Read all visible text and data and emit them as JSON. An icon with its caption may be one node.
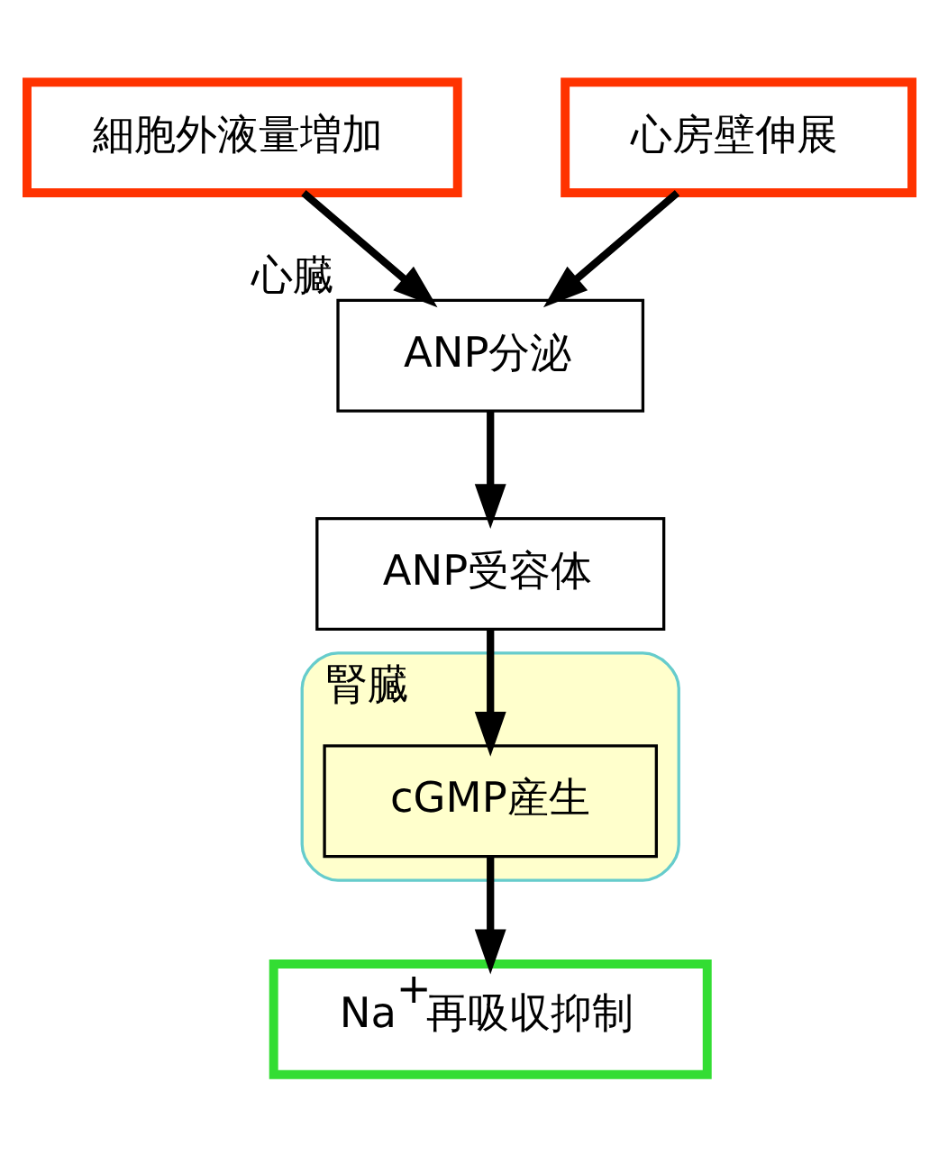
{
  "diagram": {
    "nodes": [
      {
        "text": [
          "細胞外液量増加"
        ]
      },
      {
        "text": [
          "心房壁伸展"
        ]
      },
      {
        "text": [
          "ANP分泌"
        ],
        "beside": [
          "心臓"
        ]
      },
      {
        "text": [
          "腎臓"
        ]
      },
      {
        "text": [
          "ANP受容体"
        ]
      },
      {
        "text": [
          "cGMP産生"
        ],
        "in": 3
      },
      {
        "text": [
          "Na$^{+}$再吸収抑制"
        ]
      }
    ],
    "edges": [
      {
        "from": 0,
        "to": 2,
        "arrow": "to"
      },
      {
        "from": 1,
        "to": 2,
        "arrow": "to"
      },
      {
        "from": 2,
        "to": 4,
        "arrow": "to"
      },
      {
        "from": 4,
        "to": 5,
        "arrow": "to"
      },
      {
        "from": 5,
        "to": 6,
        "arrow": "to"
      }
    ]
  }
}
